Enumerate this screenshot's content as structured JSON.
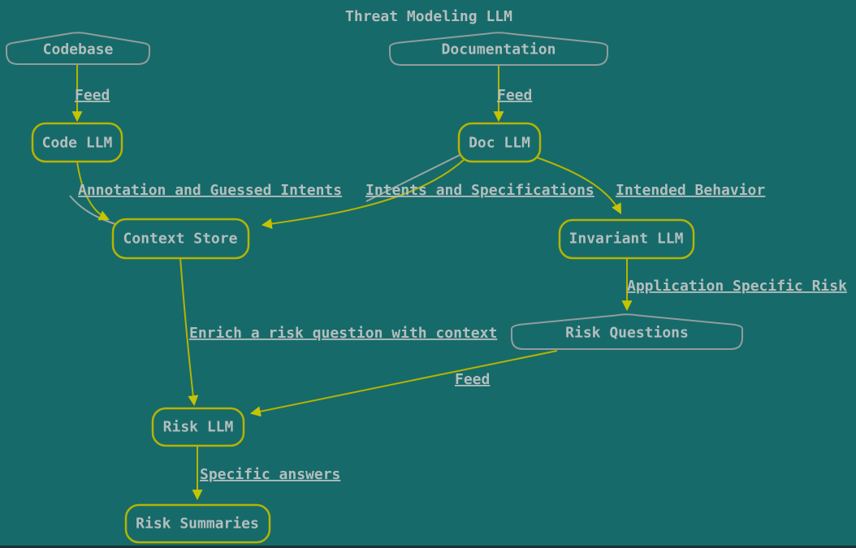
{
  "title": "Threat Modeling LLM",
  "colors": {
    "background": "#176a6a",
    "edge_yellow": "#b4b400",
    "arrowhead_yellow": "#c4c400",
    "data_node_border_gray": "#929c9c",
    "text_gray": "#b5bebe"
  },
  "nodes": [
    {
      "id": "codebase",
      "label": "Codebase",
      "shape": "peaked"
    },
    {
      "id": "documentation",
      "label": "Documentation",
      "shape": "peaked"
    },
    {
      "id": "code-llm",
      "label": "Code LLM",
      "shape": "rounded"
    },
    {
      "id": "doc-llm",
      "label": "Doc LLM",
      "shape": "rounded"
    },
    {
      "id": "context-store",
      "label": "Context Store",
      "shape": "rounded"
    },
    {
      "id": "invariant-llm",
      "label": "Invariant LLM",
      "shape": "rounded"
    },
    {
      "id": "risk-questions",
      "label": "Risk Questions",
      "shape": "peaked"
    },
    {
      "id": "risk-llm",
      "label": "Risk LLM",
      "shape": "rounded"
    },
    {
      "id": "risk-summaries",
      "label": "Risk Summaries",
      "shape": "rounded"
    }
  ],
  "edges": [
    {
      "from": "codebase",
      "to": "code-llm",
      "label": "Feed"
    },
    {
      "from": "documentation",
      "to": "doc-llm",
      "label": "Feed"
    },
    {
      "from": "code-llm",
      "to": "context-store",
      "label": "Annotation and Guessed Intents"
    },
    {
      "from": "doc-llm",
      "to": "context-store",
      "label": "Intents and Specifications"
    },
    {
      "from": "doc-llm",
      "to": "invariant-llm",
      "label": "Intended Behavior"
    },
    {
      "from": "invariant-llm",
      "to": "risk-questions",
      "label": "Application Specific Risk"
    },
    {
      "from": "context-store",
      "to": "risk-llm",
      "label": "Enrich a risk question with context"
    },
    {
      "from": "risk-questions",
      "to": "risk-llm",
      "label": "Feed"
    },
    {
      "from": "risk-llm",
      "to": "risk-summaries",
      "label": "Specific answers"
    }
  ]
}
